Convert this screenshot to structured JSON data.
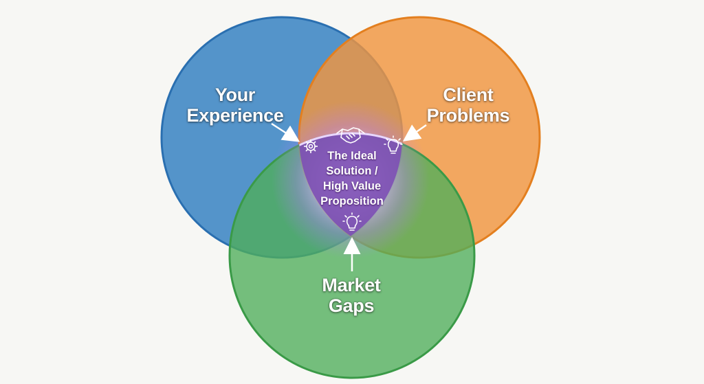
{
  "diagram": {
    "circles": [
      {
        "key": "experience",
        "lines": [
          "Your",
          "Experience"
        ],
        "color": "#3d86c4",
        "stroke": "#2a6fb0"
      },
      {
        "key": "client",
        "lines": [
          "Client",
          "Problems"
        ],
        "color": "#f0953f",
        "stroke": "#e37f1f"
      },
      {
        "key": "market",
        "lines": [
          "Market",
          "Gaps"
        ],
        "color": "#4fae5a",
        "stroke": "#3a9a47"
      }
    ],
    "center": {
      "lines": [
        "The Ideal",
        "Solution /",
        "High Value",
        "Proposition"
      ],
      "glow_color": "#b57bff",
      "fill_color": "#7d4fb5"
    },
    "icons": [
      "gear-icon",
      "handshake-icon",
      "lightbulb-icon",
      "lightbulb-icon"
    ]
  }
}
